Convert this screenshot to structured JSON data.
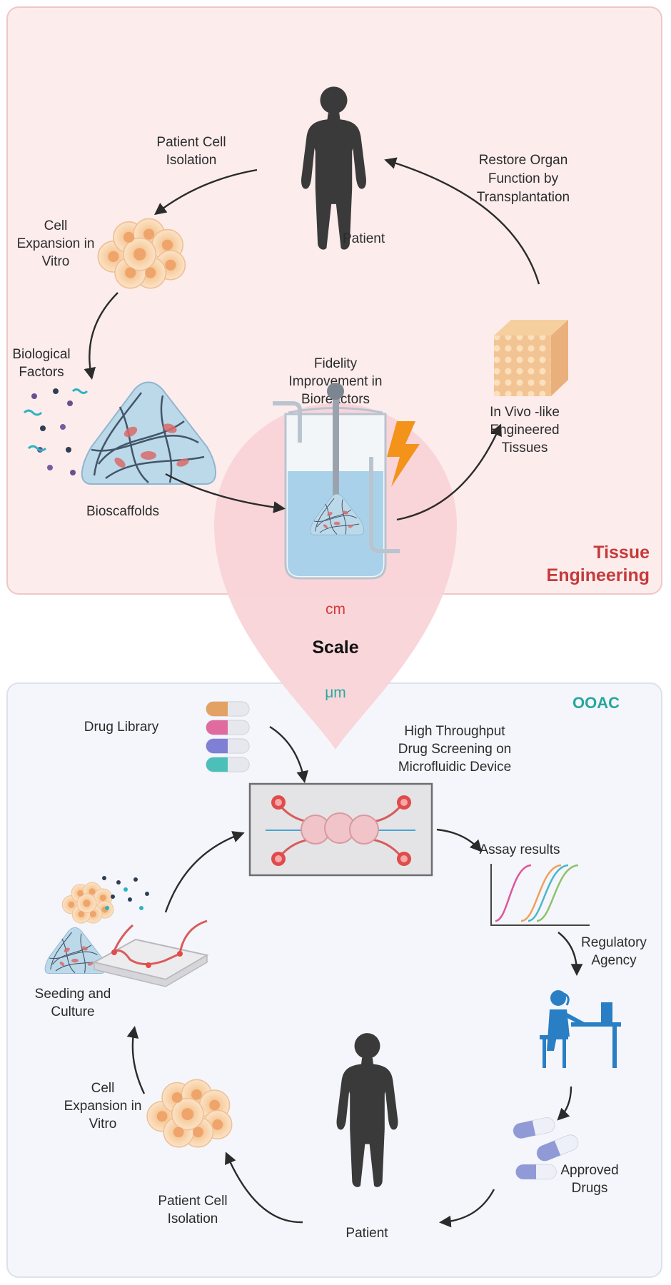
{
  "tissue_panel": {
    "title_line1": "Tissue",
    "title_line2": "Engineering",
    "labels": {
      "patient_cell_isolation_1": "Patient Cell",
      "patient_cell_isolation_2": "Isolation",
      "cell_expansion_1": "Cell",
      "cell_expansion_2": "Expansion in",
      "cell_expansion_3": "Vitro",
      "patient": "Patient",
      "restore_1": "Restore Organ",
      "restore_2": "Function by",
      "restore_3": "Transplantation",
      "biological_factors_1": "Biological",
      "biological_factors_2": "Factors",
      "fidelity_1": "Fidelity",
      "fidelity_2": "Improvement in",
      "fidelity_3": "Bioreactors",
      "invivo_1": "In Vivo -like",
      "invivo_2": "Engineered",
      "invivo_3": "Tissues",
      "bioscaffolds": "Bioscaffolds"
    }
  },
  "scale": {
    "upper_unit": "cm",
    "label": "Scale",
    "lower_unit": "μm"
  },
  "ooac_panel": {
    "title": "OOAC",
    "labels": {
      "drug_library": "Drug Library",
      "hts_1": "High Throughput",
      "hts_2": "Drug Screening on",
      "hts_3": "Microfluidic Device",
      "assay_results": "Assay results",
      "regulatory_1": "Regulatory",
      "regulatory_2": "Agency",
      "seeding_1": "Seeding and",
      "seeding_2": "Culture",
      "cell_expansion_1": "Cell",
      "cell_expansion_2": "Expansion in",
      "cell_expansion_3": "Vitro",
      "approved_1": "Approved",
      "approved_2": "Drugs",
      "patient_cell_isolation_1": "Patient Cell",
      "patient_cell_isolation_2": "Isolation",
      "patient": "Patient"
    }
  },
  "colors": {
    "tissue_panel_bg": "#fdecec",
    "ooac_panel_bg": "#f4f6fb",
    "pin_bg": "#f9d4d8",
    "accent_red": "#c63a3a",
    "accent_teal": "#27a79a",
    "silhouette": "#3a3a3a"
  },
  "icons": [
    "human-silhouette-icon",
    "cell-cluster-icon",
    "bioscaffold-icon",
    "bioreactor-icon",
    "lightning-icon",
    "tissue-cube-icon",
    "drug-capsules-icon",
    "microfluidic-chip-icon",
    "assay-curves-icon",
    "regulatory-worker-icon",
    "pills-icon"
  ]
}
